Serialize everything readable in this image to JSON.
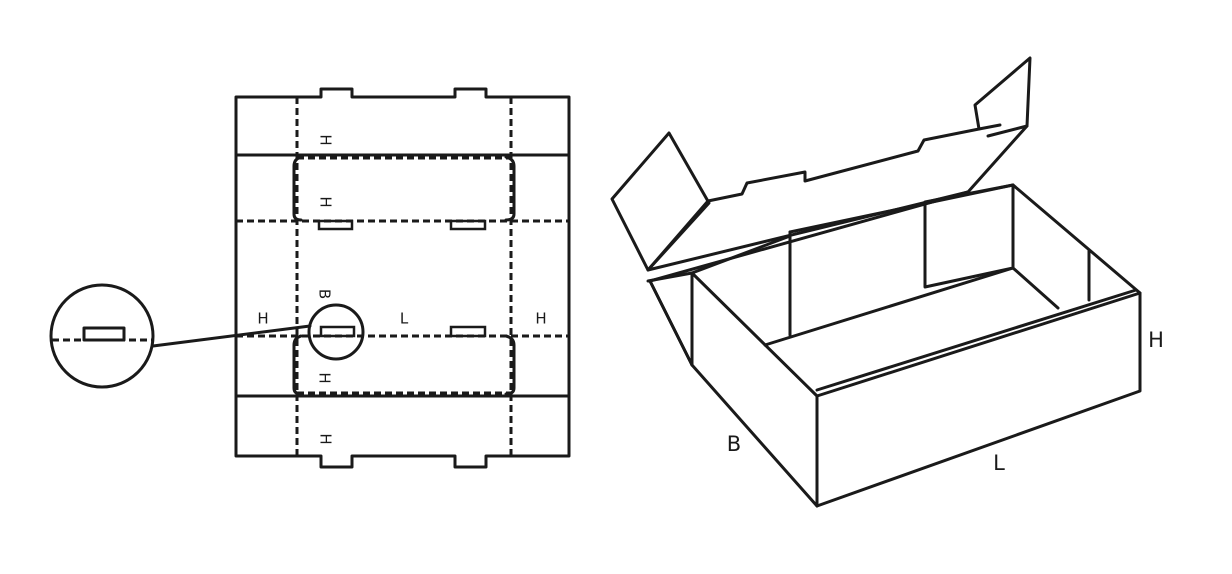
{
  "blank": {
    "labels": {
      "height_top_outer": "H",
      "height_top_inner": "H",
      "breadth": "B",
      "length": "L",
      "height_left": "H",
      "height_right": "H",
      "height_bottom_inner": "H",
      "height_bottom_outer": "H"
    }
  },
  "box": {
    "labels": {
      "breadth": "B",
      "length": "L",
      "height": "H"
    }
  },
  "colors": {
    "line": "#1a1a1a",
    "background": "#ffffff"
  }
}
